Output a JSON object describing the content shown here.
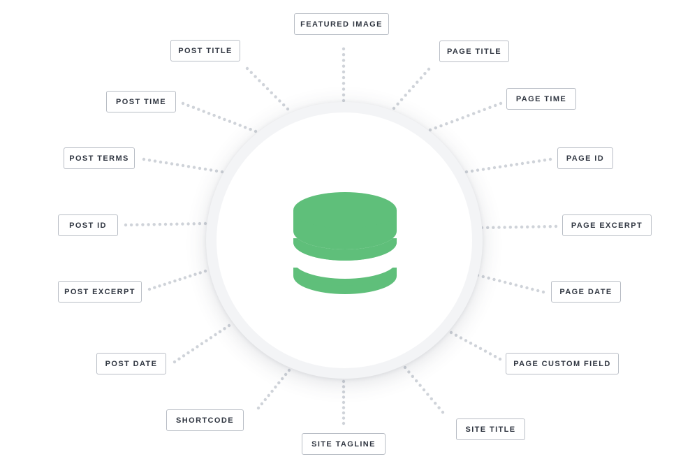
{
  "diagram": {
    "accent_color": "#5fbf7a",
    "dot_color": "#cfd3d9",
    "center_icon": "database-icon",
    "labels": {
      "featured_image": "FEATURED IMAGE",
      "post_title": "POST TITLE",
      "page_title": "PAGE TITLE",
      "post_time": "POST TIME",
      "page_time": "PAGE TIME",
      "post_terms": "POST TERMS",
      "page_id": "PAGE ID",
      "post_id": "POST ID",
      "page_excerpt": "PAGE EXCERPT",
      "post_excerpt": "POST EXCERPT",
      "page_date": "PAGE DATE",
      "post_date": "POST DATE",
      "page_custom_field": "PAGE CUSTOM FIELD",
      "shortcode": "SHORTCODE",
      "site_title": "SITE TITLE",
      "site_tagline": "SITE TAGLINE"
    }
  }
}
